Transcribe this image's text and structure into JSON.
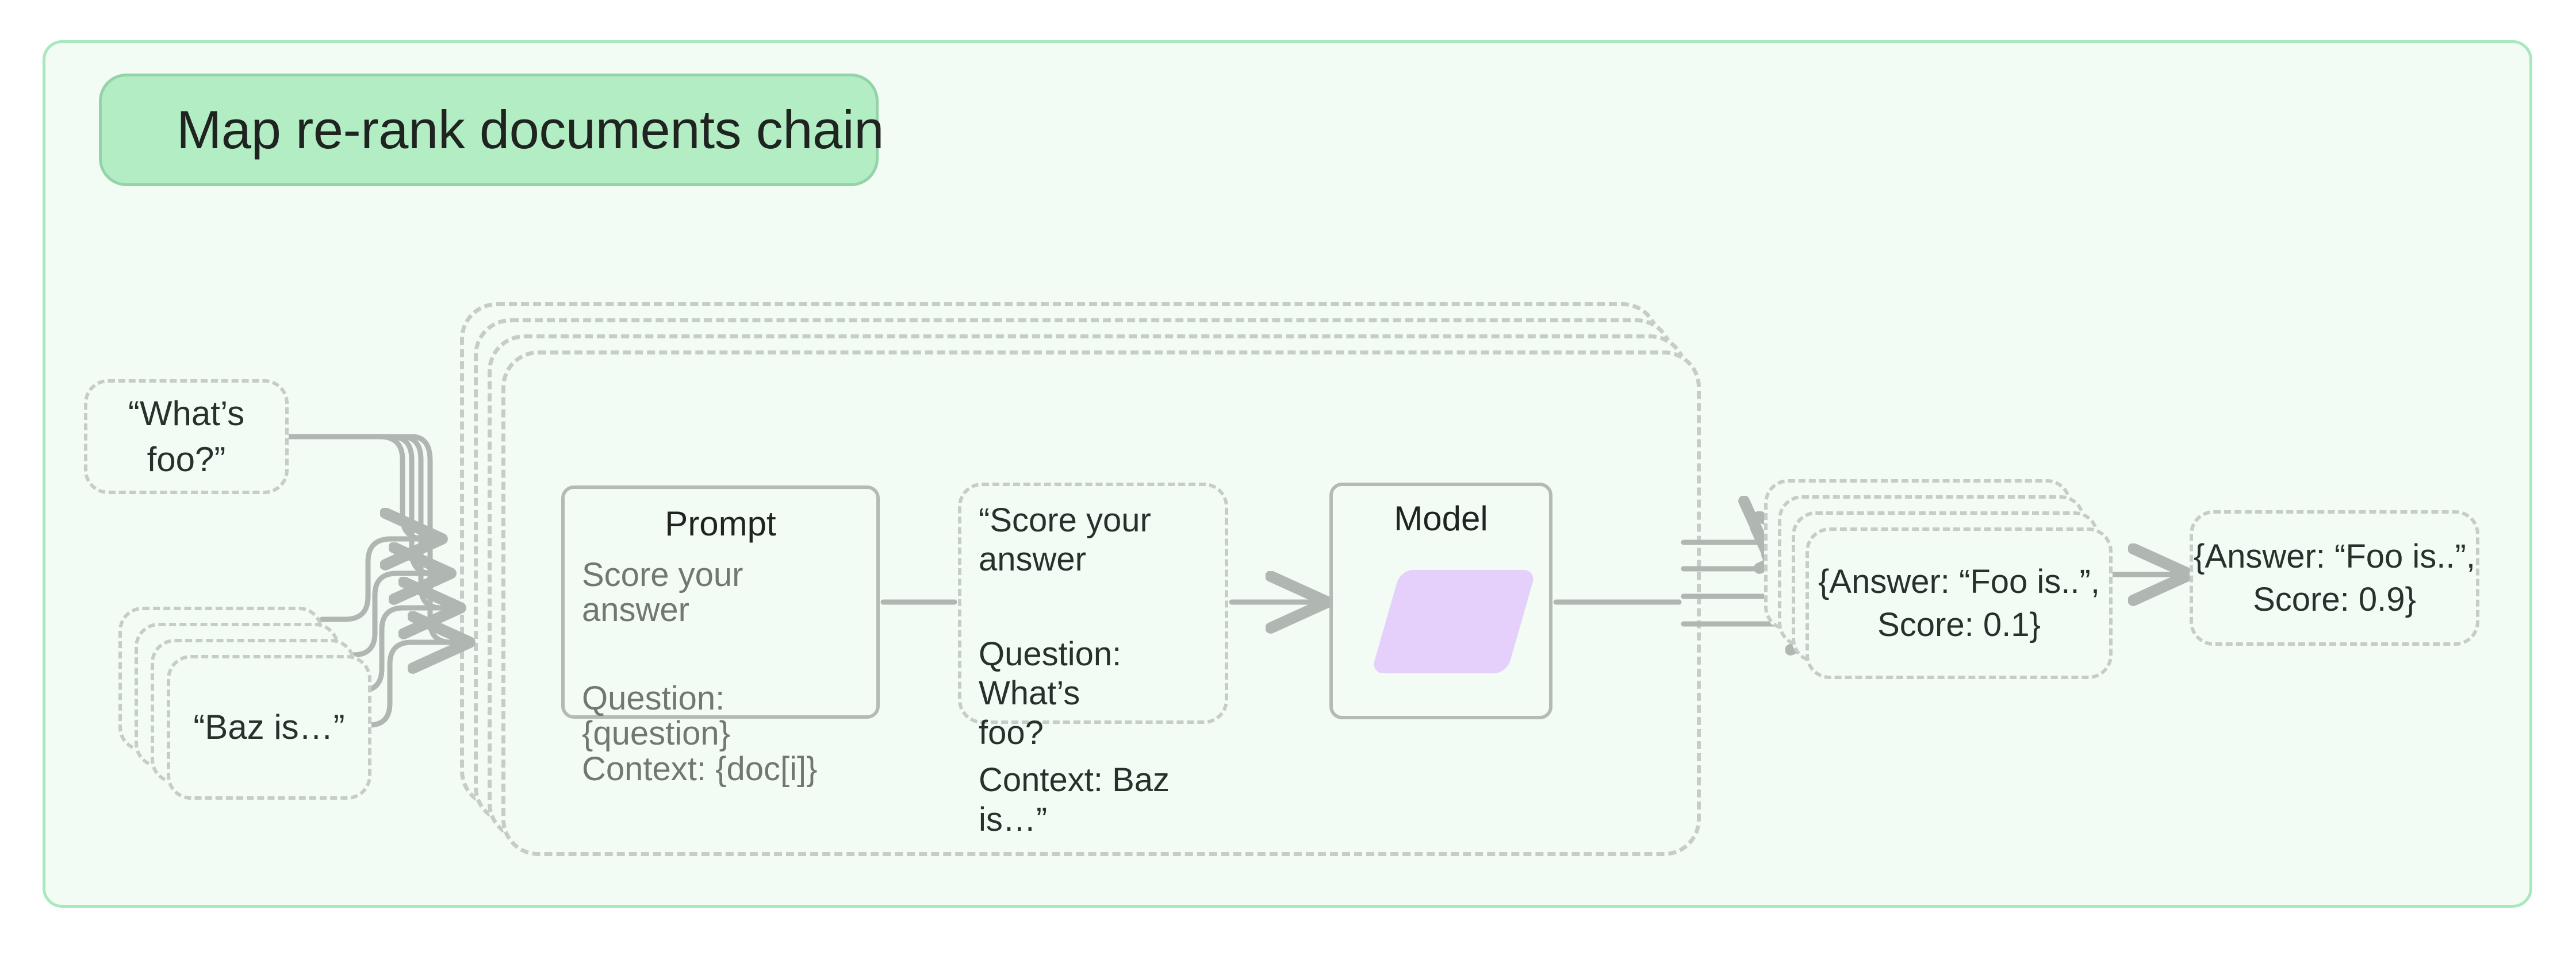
{
  "diagram": {
    "title": "Map re-rank documents chain",
    "colors": {
      "frame_border": "#a8e8bf",
      "frame_background": "#f2fbf4",
      "title_pill_fill": "#b3edc4",
      "title_pill_border": "#94d3a8",
      "dashed_stroke": "#c6cdc8",
      "solid_stroke": "#b4bbb6",
      "edge_stroke": "#b0b6b1",
      "model_shape_fill": "#e4d0fb",
      "body_text": "#70786f",
      "heading_text": "#1f2421"
    },
    "inputs": {
      "question": "“What’s foo?”",
      "documents": "“Baz is…”",
      "documents_stack_count": 4
    },
    "process": {
      "stack_count": 4,
      "prompt": {
        "title": "Prompt",
        "line1": "Score your answer",
        "line2": "Question: {question}",
        "line3": "Context: {doc[i]}"
      },
      "rendered_prompt": {
        "line1": "“Score your answer",
        "line2": "Question: What’s\nfoo?",
        "line3": "Context: Baz is…”"
      },
      "model": {
        "title": "Model"
      }
    },
    "outputs": {
      "scored": "{Answer: “Foo is..”,\nScore: 0.1}",
      "scored_stack_count": 4,
      "best": "{Answer: “Foo is..”,\nScore: 0.9}"
    }
  }
}
